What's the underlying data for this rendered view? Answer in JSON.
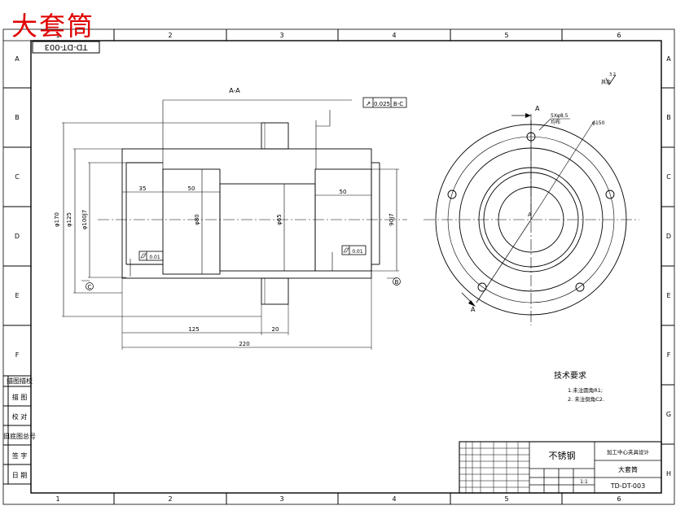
{
  "stamp_text": "大套筒",
  "drawing_number_top": "TD-DT-003",
  "grid": {
    "columns": [
      "1",
      "2",
      "3",
      "4",
      "5",
      "6"
    ],
    "rows": [
      "A",
      "B",
      "C",
      "D",
      "E",
      "F",
      "G",
      "H"
    ]
  },
  "roughness": {
    "prefix": "其余",
    "value": "3.2"
  },
  "section_view": {
    "title": "A-A",
    "runout": {
      "symbol": "↗",
      "tolerance": "0.025",
      "datum": "B-C"
    },
    "datum_c": "C",
    "datum_b": "B",
    "flatness_left": "0.01",
    "flatness_right": "0.01",
    "dims": {
      "d170": "φ170",
      "d125": "φ125",
      "d100j7": "φ100J7",
      "d80": "φ80",
      "d65": "φ65",
      "d90j7": "90J7",
      "l35": "35",
      "l50a": "50",
      "l50b": "50",
      "l125": "125",
      "l20": "20",
      "l220": "220"
    }
  },
  "end_view": {
    "section_mark_top": "A",
    "section_mark_bottom": "A",
    "hole_note_1": "5Xφ8.5",
    "hole_note_2": "均布",
    "pcd": "φ150",
    "center_label": "A"
  },
  "tech_requirements": {
    "title": "技术要求",
    "items": [
      "1.未注圆角R1;",
      "2. 未注倒角C2."
    ]
  },
  "left_strip": [
    "描图描校",
    "描 图",
    "校 对",
    "旧底图总号",
    "签 字",
    "日 期"
  ],
  "title_block": {
    "material": "不锈钢",
    "org": "加工中心夹具设计",
    "part_name": "大套筒",
    "drawing_number": "TD-DT-003",
    "scale": "1:1"
  }
}
